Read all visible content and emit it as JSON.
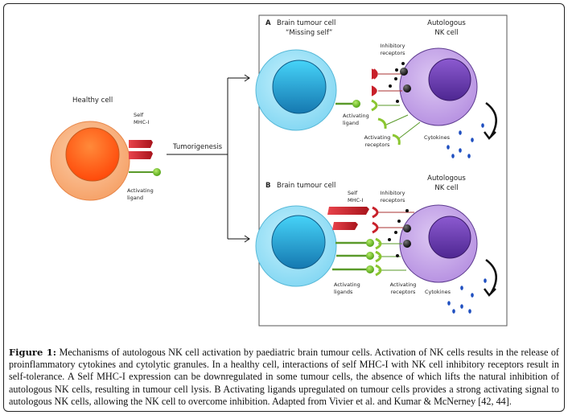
{
  "figure": {
    "healthy_panel": {
      "title": "Healthy cell",
      "mhc_label_line1": "Self",
      "mhc_label_line2": "MHC-I",
      "ligand_label_line1": "Activating",
      "ligand_label_line2": "ligand"
    },
    "transition_label": "Tumorigenesis",
    "panel_a": {
      "letter": "A",
      "title_line1": "Brain tumour cell",
      "title_line2": "“Missing self”",
      "nk_title_line1": "Autologous",
      "nk_title_line2": "NK cell",
      "inhibitory_line1": "Inhibitory",
      "inhibitory_line2": "receptors",
      "ligand_line1": "Activating",
      "ligand_line2": "ligand",
      "activating_receptors_line1": "Activating",
      "activating_receptors_line2": "receptors",
      "cytokines": "Cytokines"
    },
    "panel_b": {
      "letter": "B",
      "title_line1": "Brain tumour cell",
      "nk_title_line1": "Autologous",
      "nk_title_line2": "NK cell",
      "mhc_line1": "Self",
      "mhc_line2": "MHC-I",
      "inhibitory_line1": "Inhibitory",
      "inhibitory_line2": "receptors",
      "ligands_line1": "Activating",
      "ligands_line2": "ligands",
      "activating_receptors_line1": "Activating",
      "activating_receptors_line2": "receptors",
      "cytokines": "Cytokines"
    },
    "colors": {
      "healthy_outer": "#f9b98a",
      "healthy_inner": "#ff5a14",
      "tumour_outer": "#a6e6f8",
      "tumour_inner": "#1e9fd0",
      "nk_outer": "#c9a9e8",
      "nk_inner": "#6a3aa8",
      "mhc_red": "#c8202a",
      "ligand_green": "#7cc43a",
      "receptor_green": "#8bc630",
      "cytokine_blue": "#1f4fc0"
    }
  },
  "caption": {
    "label": "Figure 1:",
    "text": " Mechanisms of autologous NK cell activation by paediatric brain tumour cells. Activation of NK cells results in the release of proinflammatory cytokines and cytolytic granules. In a healthy cell, interactions of self MHC-I with NK cell inhibitory receptors result in self-tolerance. A Self MHC-I expression can be downregulated in some tumour cells, the absence of which lifts the natural inhibition of autologous NK cells, resulting in tumour cell lysis. B Activating ligands upregulated on tumour cells provides a strong activating signal to autologous NK cells, allowing the NK cell to overcome inhibition. Adapted from Vivier et al. and Kumar & McNerney [42, 44]."
  }
}
